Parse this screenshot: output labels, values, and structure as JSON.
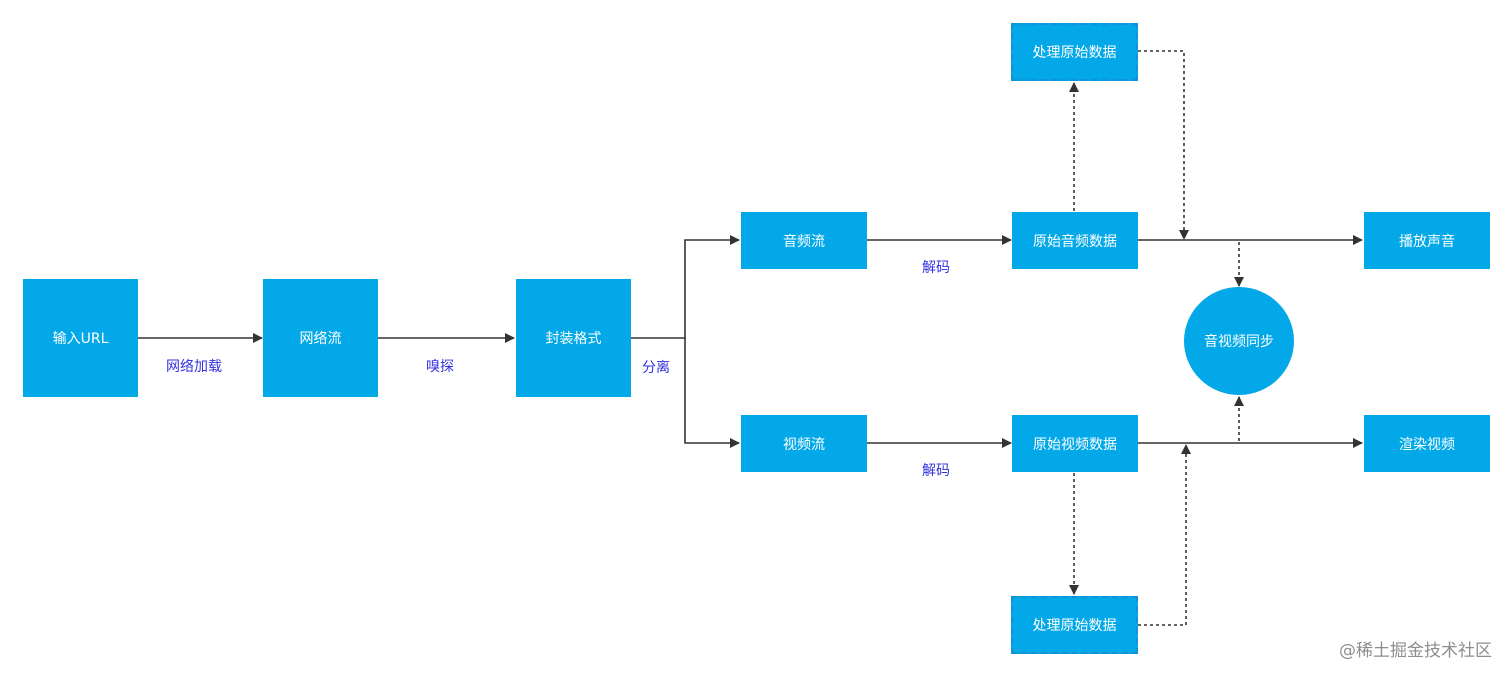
{
  "nodes": {
    "input_url": "输入URL",
    "network_stream": "网络流",
    "container_format": "封装格式",
    "audio_stream": "音频流",
    "video_stream": "视频流",
    "raw_audio": "原始音频数据",
    "raw_video": "原始视频数据",
    "process_audio": "处理原始数据",
    "process_video": "处理原始数据",
    "av_sync": "音视频同步",
    "play_sound": "播放声音",
    "render_video": "渲染视频"
  },
  "edge_labels": {
    "network_load": "网络加载",
    "sniff": "嗅探",
    "demux": "分离",
    "decode_audio": "解码",
    "decode_video": "解码"
  },
  "watermark": "@稀土掘金技术社区",
  "colors": {
    "node_fill": "#02a8e8",
    "node_text": "#ffffff",
    "edge_label": "#3333e0",
    "line": "#333333"
  }
}
